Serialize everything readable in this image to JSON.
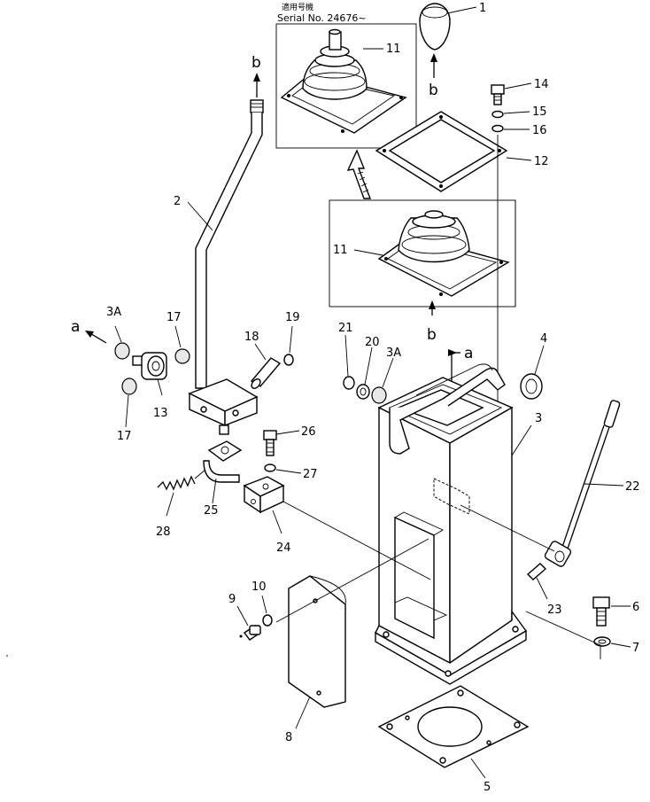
{
  "serial_note": {
    "jp": "適用号機",
    "serial": "Serial No. 24676~"
  },
  "callouts": [
    "1",
    "2",
    "3",
    "3A",
    "3A",
    "4",
    "5",
    "6",
    "7",
    "8",
    "9",
    "10",
    "11",
    "11",
    "12",
    "13",
    "14",
    "15",
    "16",
    "17",
    "17",
    "18",
    "19",
    "20",
    "21",
    "22",
    "23",
    "24",
    "25",
    "26",
    "27",
    "28"
  ],
  "arrows": {
    "a_left": "a",
    "a_right": "a",
    "b_top_rod": "b",
    "b_knob": "b",
    "b_box": "b"
  }
}
